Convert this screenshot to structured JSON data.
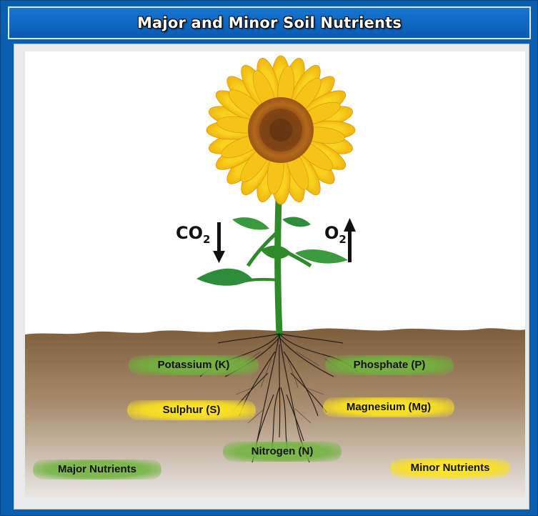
{
  "title": "Major and Minor Soil Nutrients",
  "gases": {
    "co2": {
      "base": "CO",
      "sub": "2",
      "direction": "down"
    },
    "o2": {
      "base": "O",
      "sub": "2",
      "direction": "up"
    }
  },
  "nutrients": {
    "potassium": "Potassium (K)",
    "phosphate": "Phosphate (P)",
    "sulphur": "Sulphur (S)",
    "magnesium": "Magnesium (Mg)",
    "nitrogen": "Nitrogen (N)"
  },
  "legend": {
    "major": "Major Nutrients",
    "minor": "Minor Nutrients"
  },
  "colors": {
    "frame_blue": "#0b5fb0",
    "major_green": "#7cbd4a",
    "minor_yellow": "#fbe51e",
    "soil_top": "#8a6a45",
    "soil_bottom": "#e6e3e0",
    "petal": "#f7c81a",
    "stem": "#2f8a2a"
  }
}
